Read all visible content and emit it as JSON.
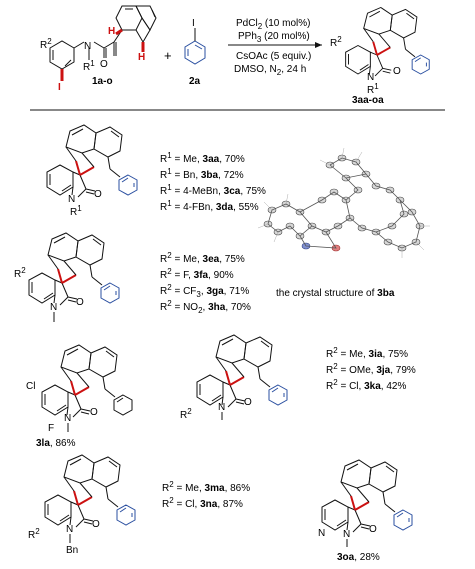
{
  "scheme": {
    "conditions": {
      "line1": {
        "pre": "PdCl",
        "sub": "2",
        "post": " (10 mol%)"
      },
      "line2": {
        "pre": "PPh",
        "sub": "3",
        "post": " (20 mol%)"
      },
      "line3": "CsOAc (5 equiv.)",
      "line4": {
        "pre": "DMSO, N",
        "sub": "2",
        "post": ", 24 h"
      }
    },
    "reactant1": {
      "label": "1a-o",
      "r1": "R",
      "r1_sup": "1",
      "r2": "R",
      "r2_sup": "2",
      "n": "N",
      "o": "O",
      "h1": "H",
      "h2": "H",
      "i": "I"
    },
    "reactant2": {
      "label": "2a",
      "i": "I"
    },
    "plus": "+",
    "product": {
      "label": "3aa-oa",
      "r1": "R",
      "r1_sup": "1",
      "r2": "R",
      "r2_sup": "2",
      "n": "N",
      "o": "O"
    }
  },
  "group_r1": {
    "atoms": {
      "n": "N",
      "o": "O",
      "r": "R",
      "r_sup": "1"
    },
    "entries": [
      {
        "rgroup": "R",
        "sup": "1",
        "text": " = Me, ",
        "compound": "3aa",
        "yield": ", 70%"
      },
      {
        "rgroup": "R",
        "sup": "1",
        "text": " = Bn, ",
        "compound": "3ba",
        "yield": ", 72%"
      },
      {
        "rgroup": "R",
        "sup": "1",
        "text": " = 4-MeBn, ",
        "compound": "3ca",
        "yield": ", 75%"
      },
      {
        "rgroup": "R",
        "sup": "1",
        "text": " = 4-FBn, ",
        "compound": "3da",
        "yield": ", 55%"
      }
    ]
  },
  "group_r2a": {
    "atoms": {
      "n": "N",
      "o": "O",
      "r": "R",
      "r_sup": "2"
    },
    "entries": [
      {
        "rgroup": "R",
        "sup": "2",
        "text": " = Me, ",
        "compound": "3ea",
        "yield": ", 75%"
      },
      {
        "rgroup": "R",
        "sup": "2",
        "text": " = F, ",
        "compound": "3fa",
        "yield": ", 90%"
      },
      {
        "rgroup": "R",
        "sup": "2",
        "text": " = CF",
        "sub": "3",
        "text2": ", ",
        "compound": "3ga",
        "yield": ", 71%"
      },
      {
        "rgroup": "R",
        "sup": "2",
        "text": " = NO",
        "sub": "2",
        "text2": ", ",
        "compound": "3ha",
        "yield": ", 70%"
      }
    ]
  },
  "crystal": {
    "caption": "the crystal structure of ",
    "compound": "3ba"
  },
  "compound_3la": {
    "cl": "Cl",
    "f": "F",
    "n": "N",
    "o": "O",
    "label": "3la",
    "yield": ", 86%"
  },
  "group_r2b": {
    "atoms": {
      "n": "N",
      "o": "O",
      "r": "R",
      "r_sup": "2"
    },
    "entries": [
      {
        "rgroup": "R",
        "sup": "2",
        "text": " = Me, ",
        "compound": "3ia",
        "yield": ", 75%"
      },
      {
        "rgroup": "R",
        "sup": "2",
        "text": " = OMe, ",
        "compound": "3ja",
        "yield": ", 79%"
      },
      {
        "rgroup": "R",
        "sup": "2",
        "text": " = Cl, ",
        "compound": "3ka",
        "yield": ", 42%"
      }
    ]
  },
  "group_r2c": {
    "atoms": {
      "n": "N",
      "o": "O",
      "bn": "Bn",
      "r": "R",
      "r_sup": "2"
    },
    "entries": [
      {
        "rgroup": "R",
        "sup": "2",
        "text": " = Me, ",
        "compound": "3ma",
        "yield": ", 86%"
      },
      {
        "rgroup": "R",
        "sup": "2",
        "text": " = Cl, ",
        "compound": "3na",
        "yield": ", 87%"
      }
    ]
  },
  "compound_3oa": {
    "n_ring": "N",
    "n": "N",
    "o": "O",
    "label": "3oa",
    "yield": ", 28%"
  },
  "colors": {
    "bond": "#111111",
    "new_bond": "#cc1111",
    "aryl": "#2a4fa0",
    "iodine": "#cc1111"
  }
}
